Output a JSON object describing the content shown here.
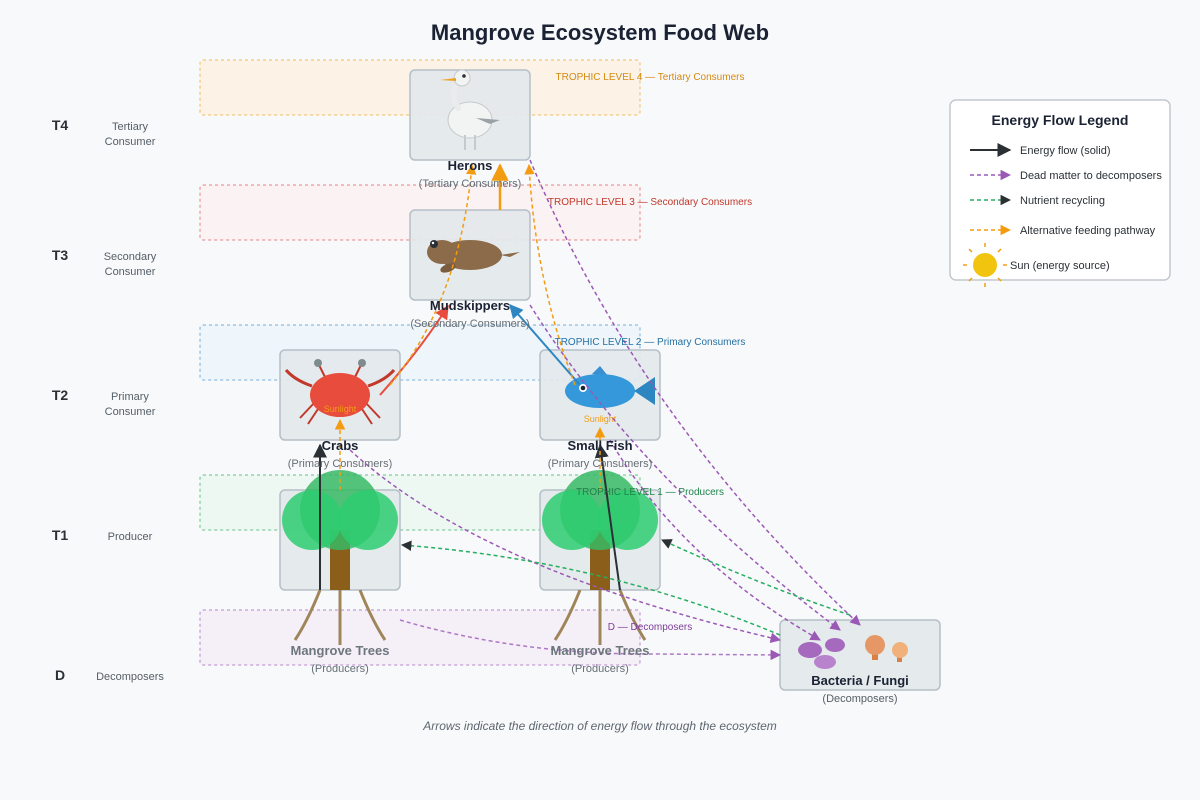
{
  "title": "Mangrove Ecosystem Food Web",
  "footer": "Arrows indicate the direction of energy flow through the ecosystem",
  "levels": [
    {
      "code": "T4",
      "name": "Tertiary Consumer",
      "band_label": "TROPHIC LEVEL 4 — Tertiary Consumers",
      "color": "#f0a020"
    },
    {
      "code": "T3",
      "name": "Secondary Consumer",
      "band_label": "TROPHIC LEVEL 3 — Secondary Consumers",
      "color": "#e05050"
    },
    {
      "code": "T2",
      "name": "Primary Consumer",
      "band_label": "TROPHIC LEVEL 2 — Primary Consumers",
      "color": "#3a8fd0"
    },
    {
      "code": "T1",
      "name": "Producer",
      "band_label": "TROPHIC LEVEL 1 — Producers",
      "color": "#2aaa55"
    },
    {
      "code": "D",
      "name": "Decomposers",
      "band_label": "D — Decomposers",
      "color": "#9a55bb"
    }
  ],
  "nodes": {
    "herons": {
      "name": "Herons",
      "role": "(Tertiary Consumers)"
    },
    "mudskippers": {
      "name": "Mudskippers",
      "role": "(Secondary Consumers)"
    },
    "crabs": {
      "name": "Crabs",
      "role": "(Primary Consumers)",
      "badge": "Sunlight"
    },
    "fish": {
      "name": "Small Fish",
      "role": "(Primary Consumers)",
      "badge": "Sunlight"
    },
    "trees_left": {
      "name": "Mangrove Trees",
      "role": "(Producers)"
    },
    "trees_right": {
      "name": "Mangrove Trees",
      "role": "(Producers)"
    },
    "decomposers": {
      "name": "Bacteria / Fungi",
      "role": "(Decomposers)"
    }
  },
  "legend": {
    "title": "Energy Flow Legend",
    "items": [
      {
        "label": "Energy flow (solid)",
        "color": "#2b3035",
        "style": "solid"
      },
      {
        "label": "Dead matter to decomposers",
        "color": "#9b59b6",
        "style": "dashed"
      },
      {
        "label": "Nutrient recycling",
        "color": "#27ae60",
        "style": "dashed"
      },
      {
        "label": "Alternative feeding pathway",
        "color": "#f39c12",
        "style": "dashed"
      },
      {
        "label": "Sun (energy source)",
        "color": "#f1c40f",
        "style": "sun"
      }
    ]
  },
  "colors": {
    "energy": "#2b3035",
    "dead_matter": "#9b59b6",
    "nutrient": "#27ae60",
    "alternative": "#f39c12",
    "predation_red": "#e74c3c",
    "predation_blue": "#2e86c1",
    "node_fill": "#e3e8ec",
    "node_stroke": "#b5bfc7"
  }
}
